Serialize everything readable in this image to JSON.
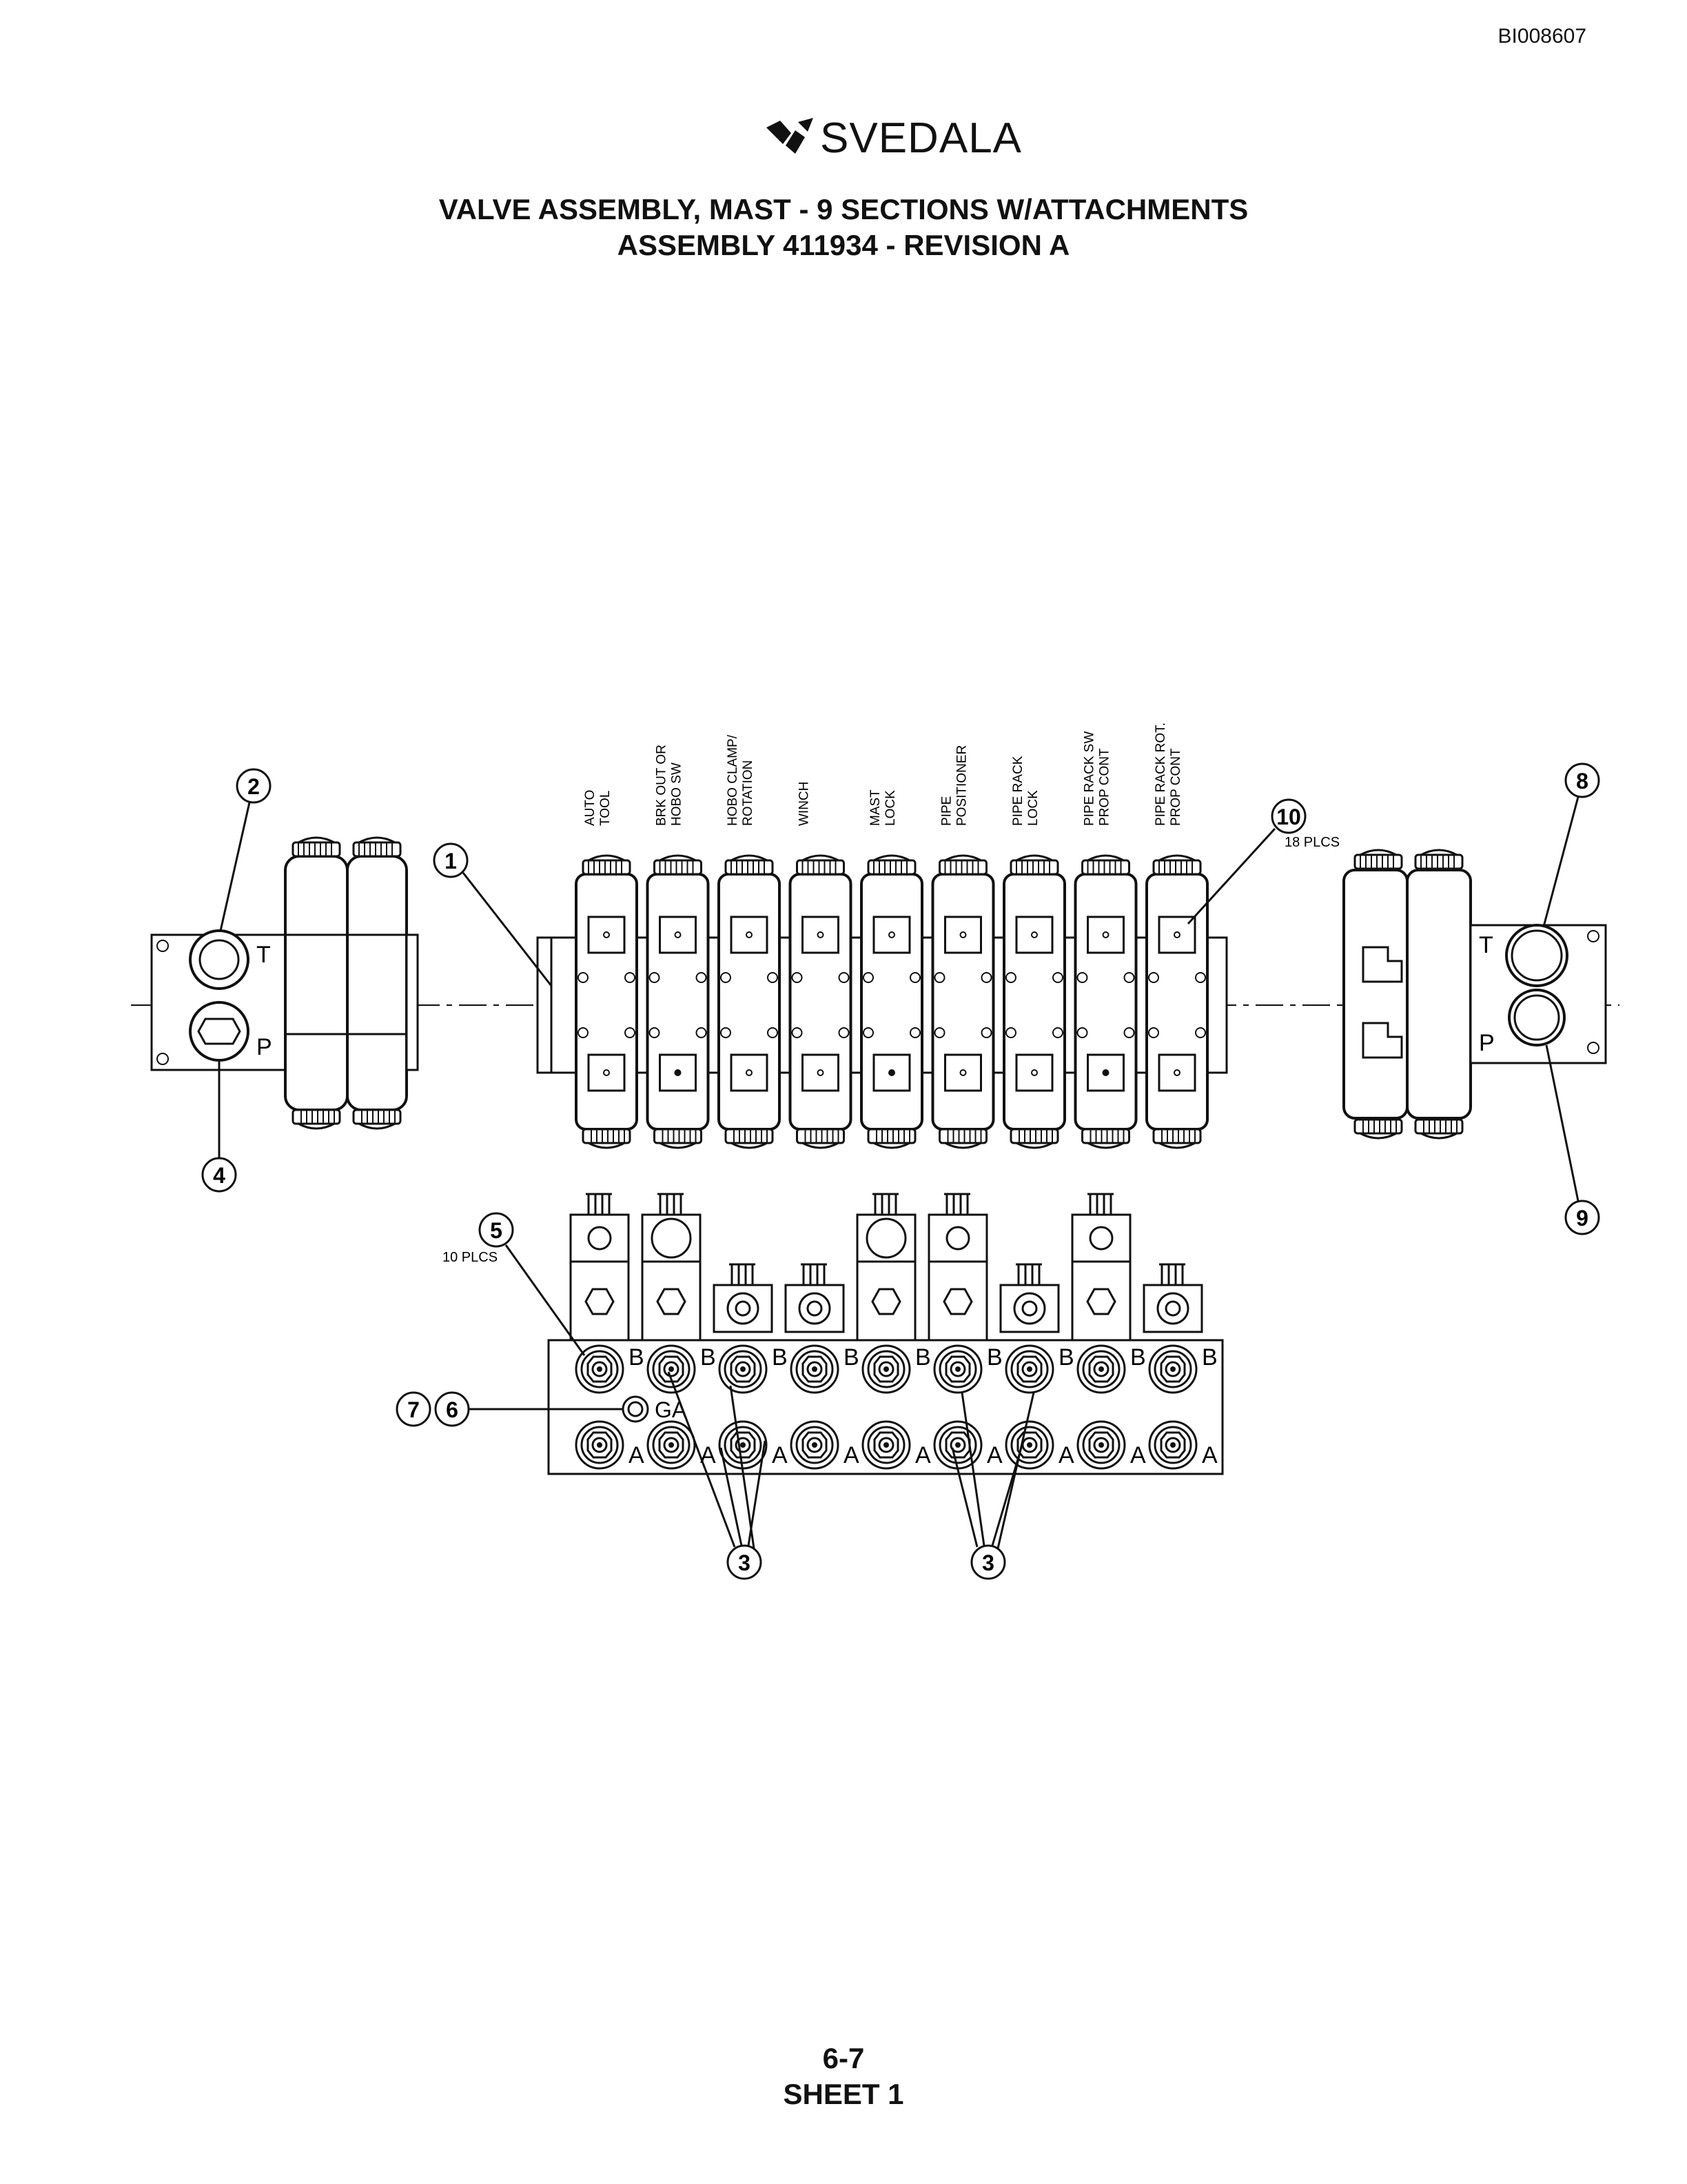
{
  "document_id": "BI008607",
  "logo": {
    "text": "SVEDALA",
    "mark_icon": "svedala-logo-icon"
  },
  "title_line1": "VALVE ASSEMBLY, MAST - 9 SECTIONS W/ATTACHMENTS",
  "title_line2": "ASSEMBLY 411934 -  REVISION A",
  "section_labels": [
    [
      "AUTO",
      "TOOL"
    ],
    [
      "BRK OUT OR",
      "HOBO SW"
    ],
    [
      "HOBO CLAMP/",
      "ROTATION"
    ],
    [
      "WINCH"
    ],
    [
      "MAST",
      "LOCK"
    ],
    [
      "PIPE",
      "POSITIONER"
    ],
    [
      "PIPE RACK",
      "LOCK"
    ],
    [
      "PIPE RACK SW",
      "PROP CONT"
    ],
    [
      "PIPE RACK ROT.",
      "PROP CONT"
    ]
  ],
  "callouts": {
    "c1": "1",
    "c2": "2",
    "c3a": "3",
    "c3b": "3",
    "c4": "4",
    "c5": "5",
    "c6": "6",
    "c7": "7",
    "c8": "8",
    "c9": "9",
    "c10": "10"
  },
  "callout_notes": {
    "c10_qty": "18 PLCS",
    "c5_qty": "10 PLCS"
  },
  "port_labels": {
    "t": "T",
    "p": "P",
    "b": "B",
    "a": "A",
    "ga": "GA"
  },
  "page_number": "6-7",
  "sheet": "SHEET 1"
}
